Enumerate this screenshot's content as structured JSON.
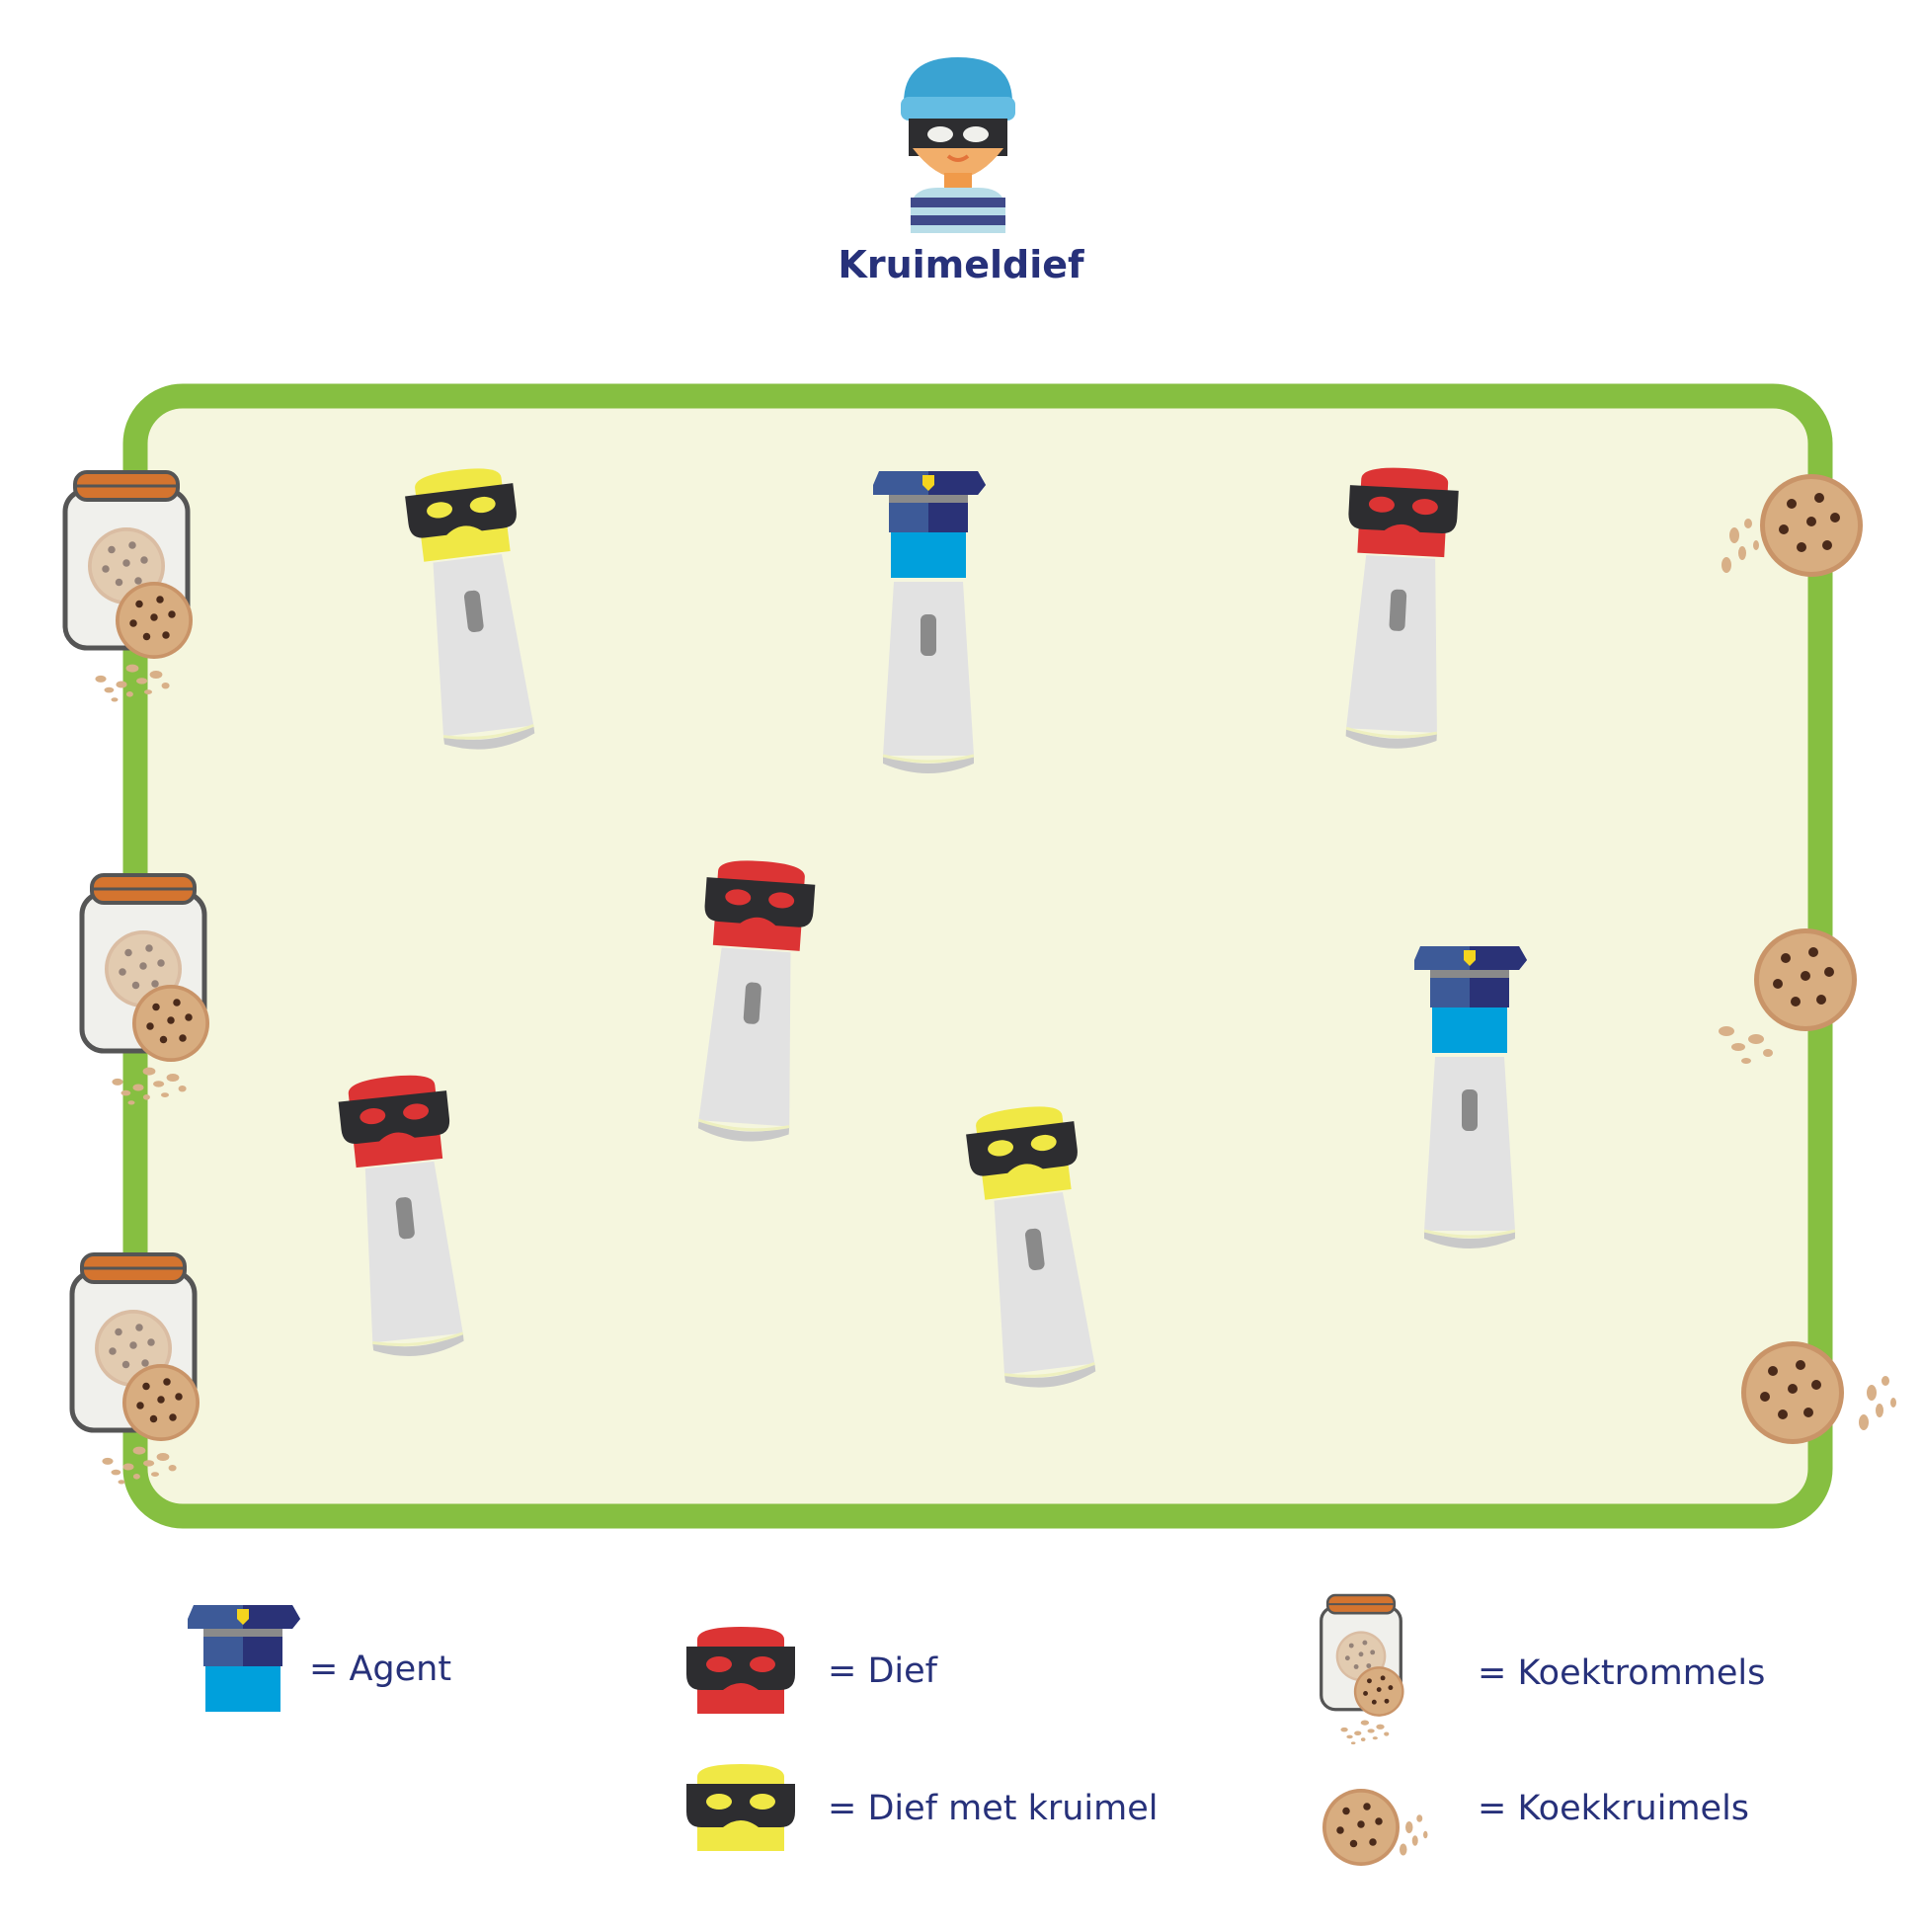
{
  "header": {
    "title": "Kruimeldief",
    "icon": "burglar-icon"
  },
  "legend": [
    {
      "icon": "agent-pawn-icon",
      "label": "= Agent"
    },
    {
      "icon": "thief-pawn-icon",
      "label": "= Dief"
    },
    {
      "icon": "thief-with-crumb-pawn-icon",
      "label": "= Dief met kruimel"
    },
    {
      "icon": "cookie-jar-icon",
      "label": "= Koektrommels"
    },
    {
      "icon": "cookie-crumbs-icon",
      "label": "= Koekkruimels"
    }
  ],
  "colors": {
    "field_border": "#86bf41",
    "field_fill": "#f5f6de",
    "thief": "#dc3434",
    "thief_with_crumb": "#f0e845",
    "agent": "#00a0dc",
    "text": "#27317a"
  }
}
